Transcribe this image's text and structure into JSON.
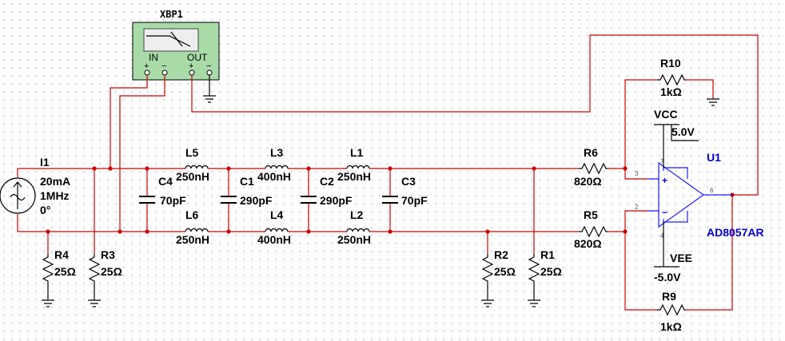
{
  "xbp": {
    "ref": "XBP1",
    "in_label": "IN",
    "out_label": "OUT",
    "plus": "+",
    "minus": "−"
  },
  "source": {
    "ref": "I1",
    "current": "20mA",
    "frequency": "1MHz",
    "phase": "0°"
  },
  "opamp": {
    "ref": "U1",
    "model": "AD8057AR",
    "pin_in_plus": "3",
    "pin_in_minus": "2",
    "pin_out": "6",
    "pin_vcc": "7",
    "pin_vee": "4",
    "plus": "+",
    "minus": "−"
  },
  "rails": {
    "vcc_label": "VCC",
    "vcc_value": "5.0V",
    "vee_label": "VEE",
    "vee_value": "-5.0V"
  },
  "resistors": {
    "r1": {
      "ref": "R1",
      "value": "25Ω"
    },
    "r2": {
      "ref": "R2",
      "value": "25Ω"
    },
    "r3": {
      "ref": "R3",
      "value": "25Ω"
    },
    "r4": {
      "ref": "R4",
      "value": "25Ω"
    },
    "r5": {
      "ref": "R5",
      "value": "820Ω"
    },
    "r6": {
      "ref": "R6",
      "value": "820Ω"
    },
    "r9": {
      "ref": "R9",
      "value": "1kΩ"
    },
    "r10": {
      "ref": "R10",
      "value": "1kΩ"
    }
  },
  "inductors": {
    "l1": {
      "ref": "L1",
      "value": "250nH"
    },
    "l2": {
      "ref": "L2",
      "value": "250nH"
    },
    "l3": {
      "ref": "L3",
      "value": "400nH"
    },
    "l4": {
      "ref": "L4",
      "value": "400nH"
    },
    "l5": {
      "ref": "L5",
      "value": "250nH"
    },
    "l6": {
      "ref": "L6",
      "value": "250nH"
    }
  },
  "capacitors": {
    "c1": {
      "ref": "C1",
      "value": "290pF"
    },
    "c2": {
      "ref": "C2",
      "value": "290pF"
    },
    "c3": {
      "ref": "C3",
      "value": "70pF"
    },
    "c4": {
      "ref": "C4",
      "value": "70pF"
    }
  }
}
